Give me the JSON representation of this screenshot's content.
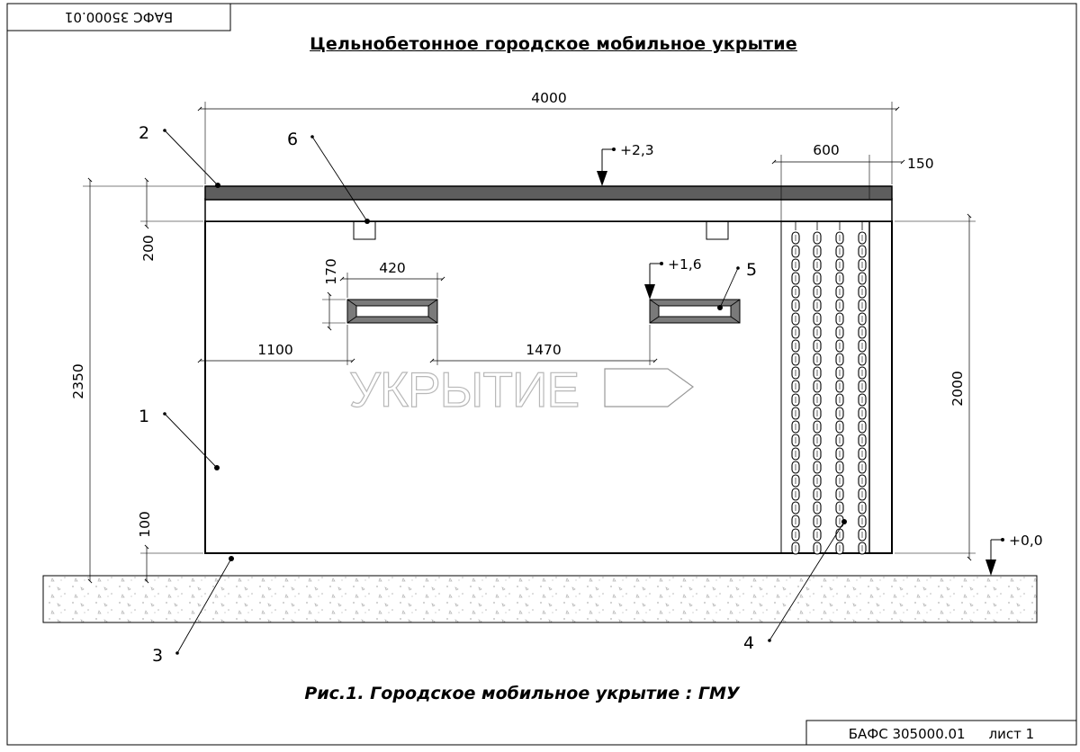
{
  "title": "Цельнобетонное городское мобильное укрытие",
  "caption": "Рис.1. Городское мобильное укрытие : ГМУ",
  "stamp_top": "БАФС 35000.01",
  "stamp_bottom": {
    "code": "БАФС 305000.01",
    "sheet": "лист 1"
  },
  "watermark": "УКРЫТИЕ",
  "dimensions": {
    "overall_length": "4000",
    "door_width": "600",
    "wall_thickness": "150",
    "overall_height": "2350",
    "door_height": "2000",
    "roof_band": "200",
    "base_band": "100",
    "window_width": "420",
    "window_height": "170",
    "left_offset": "1100",
    "window_gap": "1470"
  },
  "elevations": {
    "roof": "+2,3",
    "window": "+1,6",
    "ground": "+0,0"
  },
  "callouts": [
    "1",
    "2",
    "3",
    "4",
    "5",
    "6"
  ],
  "colors": {
    "roof": "#5e5e5e",
    "window_frame": "#7a7a7a",
    "ground_texture": "#b5b5b5",
    "watermark": "#b8b8b8"
  }
}
